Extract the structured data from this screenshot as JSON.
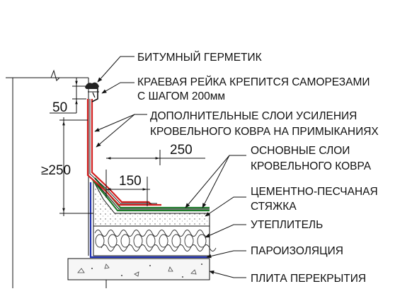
{
  "labels": {
    "sealant": "БИТУМНЫЙ ГЕРМЕТИК",
    "edge_strip_1": "КРАЕВАЯ РЕЙКА КРЕПИТСЯ САМОРЕЗАМИ",
    "edge_strip_2": "С ШАГОМ 200мм",
    "reinforcement_1": "ДОПОЛНИТЕЛЬНЫЕ СЛОИ УСИЛЕНИЯ",
    "reinforcement_2": "КРОВЕЛЬНОГО КОВРА НА ПРИМЫКАНИЯХ",
    "main_layers_1": "ОСНОВНЫЕ СЛОИ",
    "main_layers_2": "КРОВЕЛЬНОГО КОВРА",
    "screed_1": "ЦЕМЕНТНО-ПЕСЧАНАЯ",
    "screed_2": "СТЯЖКА",
    "insulation": "УТЕПЛИТЕЛЬ",
    "vapor_barrier": "ПАРОИЗОЛЯЦИЯ",
    "slab": "ПЛИТА ПЕРЕКРЫТИЯ"
  },
  "dimensions": {
    "top_offset": "50",
    "wall_height": "≥250",
    "overlap_150": "150",
    "overlap_250": "250"
  },
  "colors": {
    "reinforcement_layers": "#d21f1f",
    "main_layers": "#1d7a2a",
    "vapor_barrier": "#1d2fb0",
    "lines": "#111111"
  }
}
